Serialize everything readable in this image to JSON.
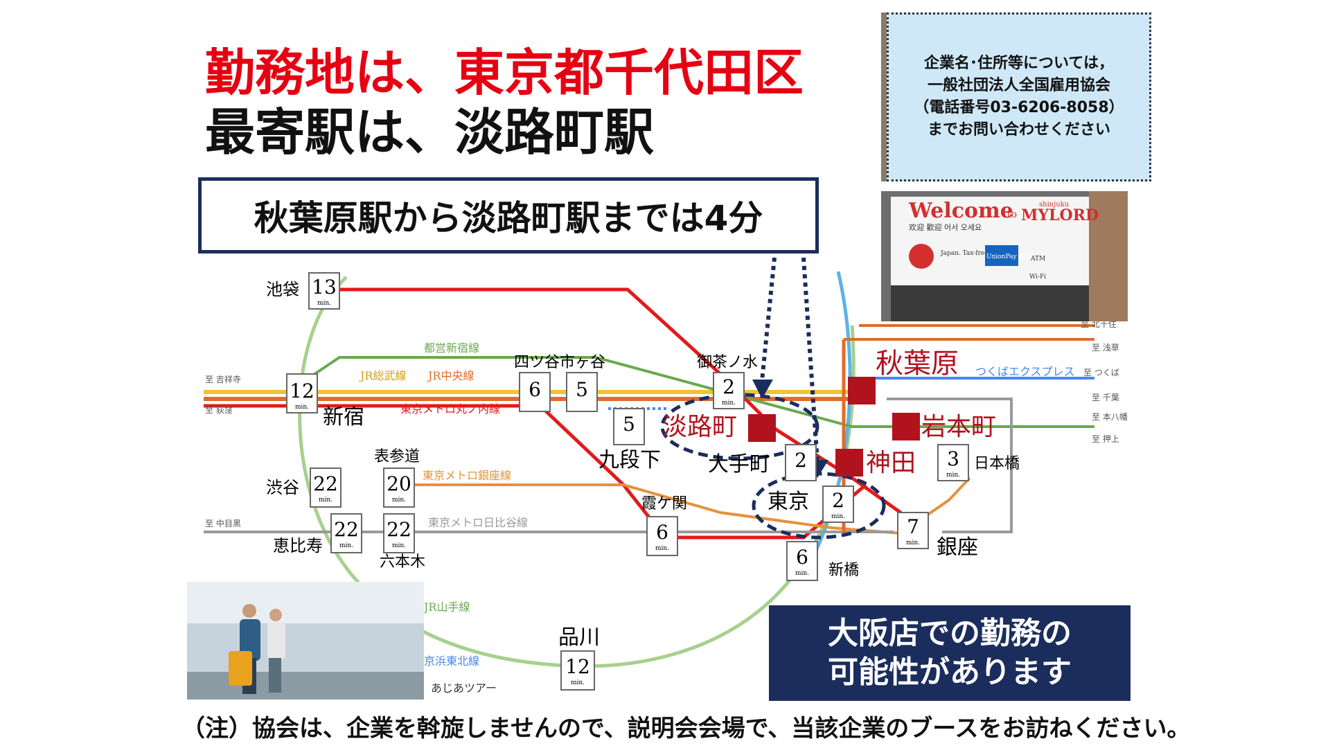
{
  "headline": {
    "line1": "勤務地は、東京都千代田区",
    "line2": "最寄駅は、淡路町駅"
  },
  "notice": {
    "lines": [
      "企業名･住所等については，",
      "一般社団法人全国雇用協会",
      "（電話番号03-6206-8058）",
      "までお問い合わせください"
    ]
  },
  "header_box": "秋葉原駅から淡路町駅までは4分",
  "welcome_sign": {
    "welcome": "Welcome",
    "to": "to",
    "brand": "MYLORD",
    "brand_small": "shinjuku",
    "sub": "欢迎 歡迎 어서 오세요",
    "taxfree": "Japan. Tax-free Shop",
    "unionpay": "UnionPay 银联",
    "atm": "ATM",
    "wifi": "Wi-Fi"
  },
  "photo_credit": "あじあツアー",
  "osaka_box": {
    "line1": "大阪店での勤務の",
    "line2": "可能性があります"
  },
  "footnote": "（注）協会は、企業を斡旋しませんので、説明会会場で、当該企業のブースをお訪ねください。",
  "map": {
    "min_label": "min.",
    "line_labels": {
      "toei_shinjuku": "都営新宿線",
      "jr_sobu": "JR総武線",
      "jr_chuo": "JR中央線",
      "marunouchi": "東京メトロ丸ノ内線",
      "ginza": "東京メトロ銀座線",
      "hibiya": "東京メトロ日比谷線",
      "yamanote": "JR山手線",
      "keihin": "京浜東北線",
      "tx": "つくばエクスプレス"
    },
    "stations": {
      "ikebukuro": {
        "name": "池袋",
        "min": "13"
      },
      "shinjuku": {
        "name": "新宿",
        "min": "12"
      },
      "yotsuya": {
        "name": "四ツ谷",
        "min": "6"
      },
      "ichigaya": {
        "name": "市ヶ谷",
        "min": "5"
      },
      "ochanomizu": {
        "name": "御茶ノ水",
        "min": "2"
      },
      "kudanshita": {
        "name": "九段下",
        "min": "5"
      },
      "shibuya": {
        "name": "渋谷",
        "min": "22"
      },
      "omotesando": {
        "name": "表参道",
        "min": "20"
      },
      "ebisu": {
        "name": "恵比寿",
        "min": "22"
      },
      "roppongi": {
        "name": "六本木",
        "min": "22"
      },
      "kasumigaseki": {
        "name": "霞ケ関",
        "min": "6"
      },
      "otemachi": {
        "name": "大手町",
        "min": "2"
      },
      "tokyo": {
        "name": "東京",
        "min": "2"
      },
      "shinbashi": {
        "name": "新橋",
        "min": "6"
      },
      "ginza": {
        "name": "銀座",
        "min": "7"
      },
      "nihonbashi": {
        "name": "日本橋",
        "min": "3"
      },
      "shinagawa": {
        "name": "品川",
        "min": "12"
      },
      "akihabara": {
        "name": "秋葉原"
      },
      "awajicho": {
        "name": "淡路町"
      },
      "iwamotocho": {
        "name": "岩本町"
      },
      "kanda": {
        "name": "神田"
      }
    },
    "destinations": {
      "kichijoji": "至 吉祥寺",
      "ogikubo": "至 荻窪",
      "nakameguro": "至 中目黒",
      "kitasenju": "至 北千住",
      "asakusa": "至 浅草",
      "tsukuba": "至 つくば",
      "chiba": "至 千葉",
      "motoyawata": "至 本八幡",
      "oshiage": "至 押上"
    }
  }
}
